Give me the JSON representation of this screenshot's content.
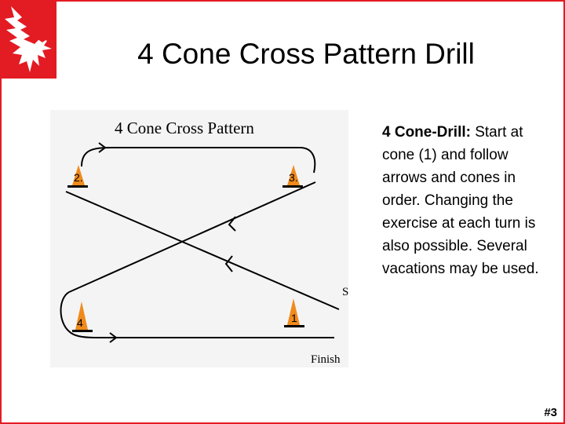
{
  "slide": {
    "title": "4 Cone Cross Pattern Drill",
    "number": "#3"
  },
  "logo": {
    "icon": "eagle-icon",
    "color": "#e31b23"
  },
  "diagram": {
    "title": "4 Cone Cross Pattern",
    "start_label": "Start",
    "finish_label": "Finish",
    "cones": [
      {
        "number": "2."
      },
      {
        "number": "3."
      },
      {
        "number": "4"
      },
      {
        "number": "1"
      }
    ],
    "cone_color": "#f08a1c"
  },
  "description": {
    "lead": "4 Cone-Drill:",
    "body": " Start at cone (1) and follow arrows and cones in order.  Changing the exercise at each turn is also possible. Several vacations may be used."
  },
  "colors": {
    "accent": "#e31b23"
  }
}
